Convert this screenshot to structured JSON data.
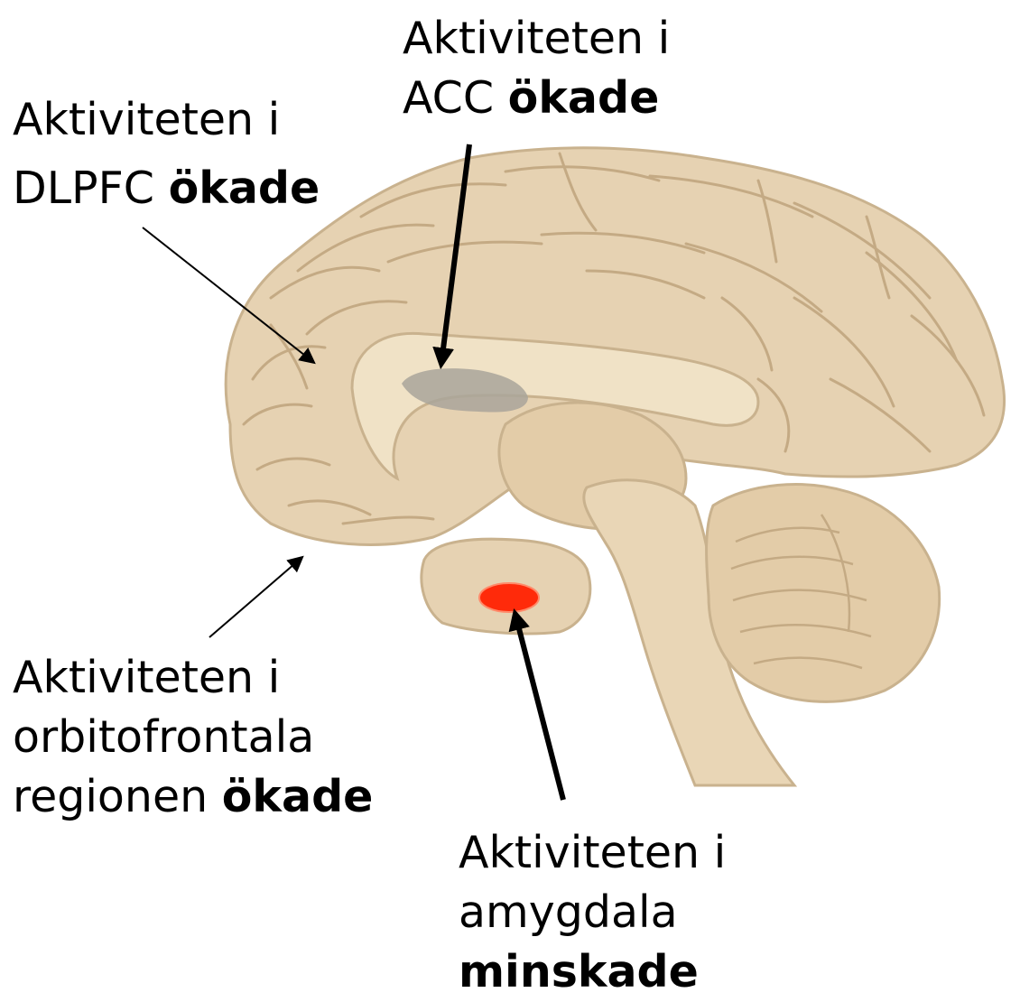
{
  "colors": {
    "brain_fill": "#e6d2b2",
    "brain_shadow": "#c9b28e",
    "corpus_callosum": "#f0e2c6",
    "ventricle": "#a9a49a",
    "amygdala_marker": "#ff2a0a",
    "arrow": "#000000"
  },
  "labels": {
    "acc": {
      "line1": "Aktiviteten i",
      "line2_plain": "ACC ",
      "line2_bold": "ökade"
    },
    "dlpfc": {
      "line1": "Aktiviteten i",
      "line2_plain": "DLPFC ",
      "line2_bold": "ökade"
    },
    "orbito": {
      "line1": "Aktiviteten i",
      "line2": "orbitofrontala",
      "line3_plain": "regionen ",
      "line3_bold": "ökade"
    },
    "amygdala": {
      "line1": "Aktiviteten i",
      "line2": "amygdala",
      "line3_bold": "minskade"
    }
  }
}
